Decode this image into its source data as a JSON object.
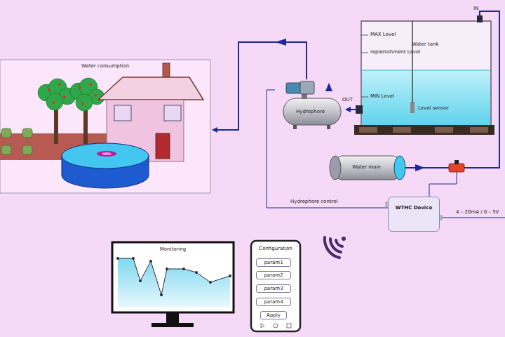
{
  "diagram": {
    "nodes": [
      {
        "text": [
          "Water consumption"
        ]
      },
      {
        "text": [
          "Water tank"
        ]
      },
      {
        "text": [
          "Hydrophore"
        ]
      },
      {
        "text": [
          "Water main"
        ]
      },
      {
        "text": [
          "WTHC Device"
        ]
      },
      {
        "text": [
          "Monitoring"
        ]
      },
      {
        "text": [
          "Configuration"
        ]
      },
      {
        "text": [
          "param1"
        ],
        "in": 6
      },
      {
        "text": [
          "param2"
        ],
        "in": 6
      },
      {
        "text": [
          "param3"
        ],
        "in": 6
      },
      {
        "text": [
          "param4"
        ],
        "in": 6
      },
      {
        "text": [
          "Apply"
        ],
        "in": 6
      }
    ],
    "edges": [
      {
        "from": 2,
        "to": 0,
        "arrow": "to"
      },
      {
        "from": 1,
        "to": 2,
        "arrow": "to"
      },
      {
        "from": 3,
        "to": 1,
        "arrow": "to"
      },
      {
        "from": 4,
        "to": 2,
        "label": "Hydrophore control",
        "arrow": "none"
      }
    ],
    "labels": [
      "IN",
      "OUT",
      "MAX Level",
      "replenishment Level",
      "MIN Level",
      "Level sensor",
      "4 – 20mA / 0 – 5V"
    ]
  }
}
